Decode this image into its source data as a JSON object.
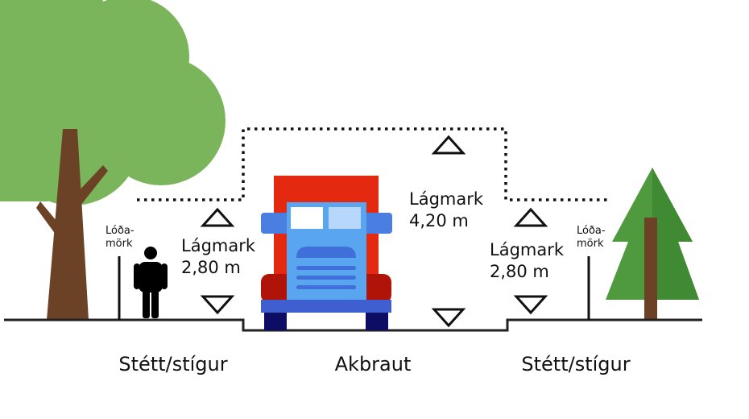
{
  "labels": {
    "left_clearance": {
      "title": "Lágmark",
      "value": "2,80 m"
    },
    "center_clearance": {
      "title": "Lágmark",
      "value": "4,20 m"
    },
    "right_clearance": {
      "title": "Lágmark",
      "value": "2,80 m"
    },
    "left_boundary": {
      "line1": "Lóða-",
      "line2": "mörk"
    },
    "right_boundary": {
      "line1": "Lóða-",
      "line2": "mörk"
    },
    "left_zone": "Stétt/stígur",
    "center_zone": "Akbraut",
    "right_zone": "Stétt/stígur"
  },
  "colors": {
    "tree_canopy": "#7ab55c",
    "pine": "#4f9a3f",
    "trunk": "#6b4226",
    "truck_box": "#e32a10",
    "truck_cab": "#5aa5f0",
    "truck_bumper": "#3f5fd0",
    "wheels": "#0d0d66"
  }
}
